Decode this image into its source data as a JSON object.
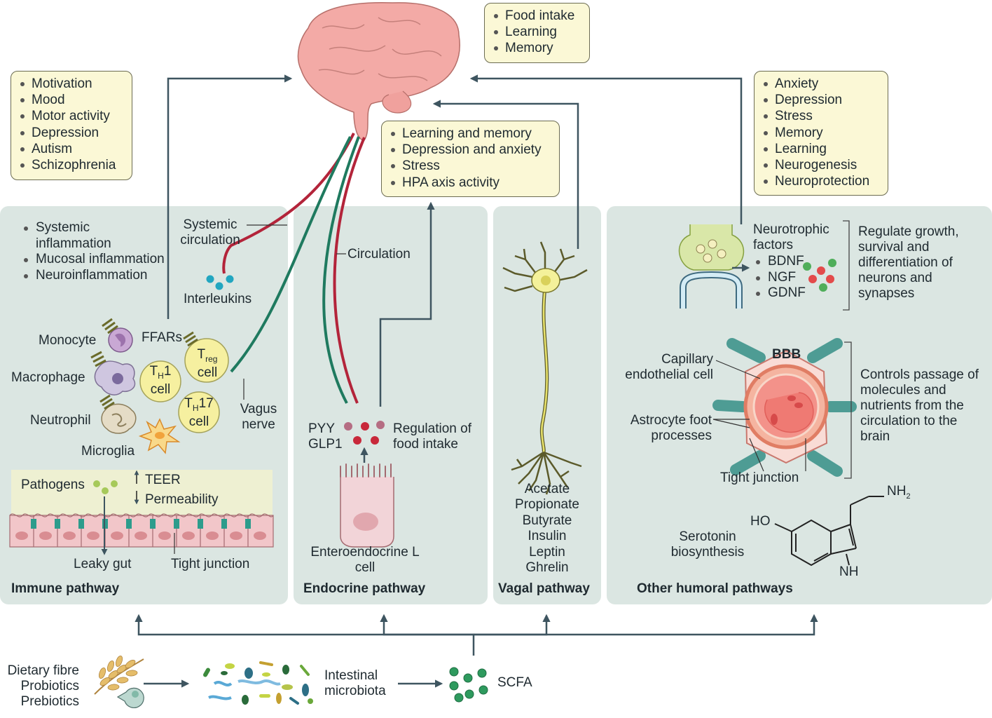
{
  "brain_box": {
    "items": [
      "Food intake",
      "Learning",
      "Memory"
    ]
  },
  "immune_box": {
    "items": [
      "Motivation",
      "Mood",
      "Motor activity",
      "Depression",
      "Autism",
      "Schizophrenia"
    ]
  },
  "endocrine_box": {
    "items": [
      "Learning and memory",
      "Depression and anxiety",
      "Stress",
      "HPA axis activity"
    ]
  },
  "humoral_box": {
    "items": [
      "Anxiety",
      "Depression",
      "Stress",
      "Memory",
      "Learning",
      "Neurogenesis",
      "Neuroprotection"
    ]
  },
  "immune": {
    "title": "Immune pathway",
    "effects": [
      "Systemic inflammation",
      "Mucosal inflammation",
      "Neuroinflammation"
    ],
    "systemic_circulation": "Systemic circulation",
    "interleukins": "Interleukins",
    "ffars": "FFARs",
    "monocyte": "Monocyte",
    "macrophage": "Macrophage",
    "neutrophil": "Neutrophil",
    "microglia": "Microglia",
    "th1": {
      "main": "T",
      "sub": "H",
      "suffix": "1",
      "line2": "cell"
    },
    "treg": {
      "main": "T",
      "sub": "reg",
      "line2": "cell"
    },
    "th17": {
      "main": "T",
      "sub": "H",
      "suffix": "17",
      "line2": "cell"
    },
    "vagus_nerve": "Vagus nerve",
    "pathogens": "Pathogens",
    "teer": "TEER",
    "permeability": "Permeability",
    "leaky_gut": "Leaky gut",
    "tight_junction": "Tight junction"
  },
  "endocrine": {
    "title": "Endocrine pathway",
    "circulation": "Circulation",
    "pyy": "PYY",
    "glp1": "GLP1",
    "regulation": "Regulation of food intake",
    "cell": "Enteroendocrine L cell"
  },
  "vagal": {
    "title": "Vagal pathway",
    "molecules": [
      "Acetate",
      "Propionate",
      "Butyrate",
      "Insulin",
      "Leptin",
      "Ghrelin"
    ]
  },
  "humoral": {
    "title": "Other humoral pathways",
    "neurotrophic": "Neurotrophic factors",
    "factors": [
      "BDNF",
      "NGF",
      "GDNF"
    ],
    "regulate": "Regulate growth, survival and differentiation of neurons and synapses",
    "bbb": "BBB",
    "capillary": "Capillary endothelial cell",
    "astrocyte": "Astrocyte foot processes",
    "tight_junction": "Tight junction",
    "controls": "Controls passage of molecules and nutrients from the circulation to the brain",
    "serotonin": "Serotonin biosynthesis",
    "ho": "HO",
    "nh2": {
      "main": "NH",
      "sub": "2"
    },
    "nh": "NH"
  },
  "bottom": {
    "inputs": [
      "Dietary fibre",
      "Probiotics",
      "Prebiotics"
    ],
    "microbiota": "Intestinal microbiota",
    "scfa": "SCFA"
  },
  "colors": {
    "panel": "#dbe6e2",
    "box": "#fbf8d6",
    "arrow": "#3e5560",
    "blood_vessel": "#b3243a",
    "vagus": "#1f7a5f",
    "brain": "#f3aaa6",
    "scfa": "#2e9a5e"
  }
}
